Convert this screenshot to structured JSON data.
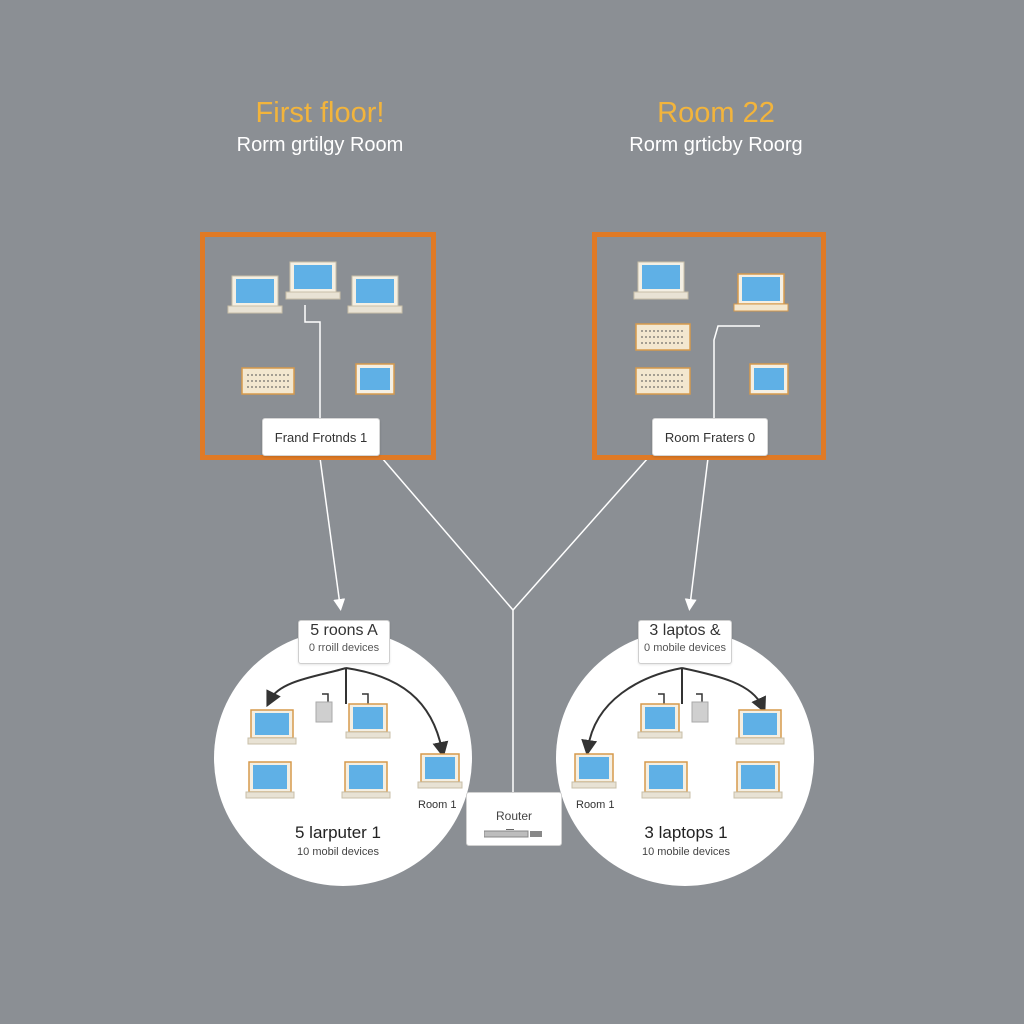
{
  "headings": {
    "left": {
      "title": "First floor!",
      "subtitle": "Rorm grtilgy Room"
    },
    "right": {
      "title": "Room 22",
      "subtitle": "Rorm grticby Roorg"
    }
  },
  "room_boxes": {
    "left_label": "Frand Frotnds 1",
    "right_label": "Room Fraters 0"
  },
  "circles": {
    "left": {
      "tag_line1": "5 roons A",
      "tag_line2": "0 rroill devices",
      "device_label": "Room 1",
      "caption_line1": "5 larputer 1",
      "caption_line2": "10 mobil devices"
    },
    "right": {
      "tag_line1": "3 laptos &",
      "tag_line2": "0 mobile devices",
      "device_label": "Room 1",
      "caption_line1": "3 laptops 1",
      "caption_line2": "10 mobile devices"
    }
  },
  "router": {
    "label": "Router"
  },
  "colors": {
    "background": "#8b8f94",
    "accent_orange": "#e07a25",
    "title_yellow": "#f2b43c",
    "screen_blue": "#5fb0e6"
  }
}
